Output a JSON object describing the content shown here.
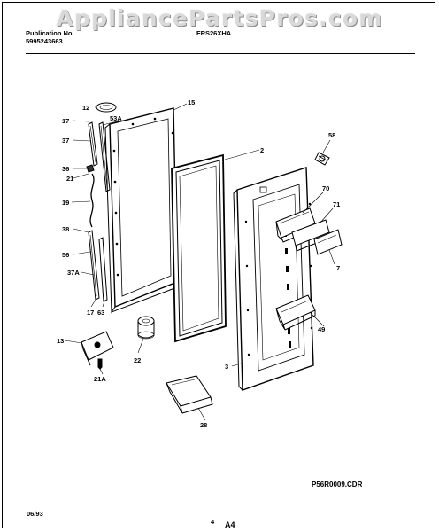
{
  "watermark": "AppliancePartsPros.com",
  "header": {
    "publication_label": "Publication No.",
    "publication_number": "5995243663",
    "model": "FRS26XHA"
  },
  "footer": {
    "file_name": "P56R0009.CDR",
    "date": "06/93",
    "page": "4",
    "section": "A4"
  },
  "part_labels": {
    "p12": "12",
    "p17a": "17",
    "p53a": "53A",
    "p15": "15",
    "p37": "37",
    "p36": "36",
    "p21": "21",
    "p19": "19",
    "p38": "38",
    "p56": "56",
    "p37a": "37A",
    "p17b": "17",
    "p63": "63",
    "p13": "13",
    "p22": "22",
    "p21a": "21A",
    "p2": "2",
    "p58": "58",
    "p70": "70",
    "p71": "71",
    "p7": "7",
    "p49": "49",
    "p3": "3",
    "p28": "28"
  }
}
